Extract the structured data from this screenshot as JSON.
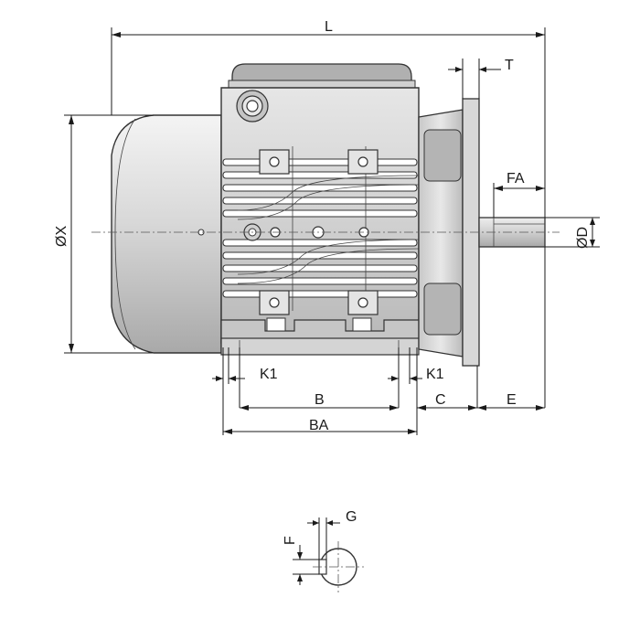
{
  "diagram": {
    "labels": {
      "L": "L",
      "T": "T",
      "FA": "FA",
      "X": "ØX",
      "D": "ØD",
      "K1_left": "K1",
      "K1_right": "K1",
      "B": "B",
      "C": "C",
      "E": "E",
      "BA": "BA",
      "G": "G",
      "F": "F"
    },
    "colors": {
      "body": "#dcdcdc",
      "shade": "#bdbdbd",
      "line": "#1a1a1a"
    }
  }
}
